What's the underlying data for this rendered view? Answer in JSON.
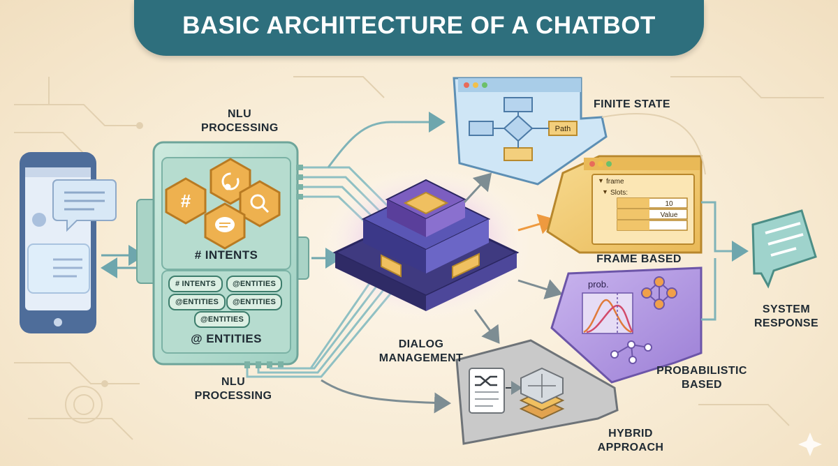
{
  "title": "BASIC ARCHITECTURE OF A CHATBOT",
  "nlu": {
    "top_label_line1": "NLU",
    "top_label_line2": "PROCESSING",
    "bottom_label_line1": "NLU",
    "bottom_label_line2": "PROCESSING",
    "intents_label": "# INTENTS",
    "entities_label": "@ ENTITIES",
    "hex_icons": [
      "hashtag-icon",
      "refresh-icon",
      "search-icon",
      "chat-bubble-icon"
    ],
    "hashtag_glyph": "#",
    "tags": [
      "# INTENTS",
      "@ENTITIES",
      "@ENTITIES",
      "@ENTITIES",
      "@ENTITIES"
    ]
  },
  "dialog": {
    "label_line1": "DIALOG",
    "label_line2": "MANAGEMENT"
  },
  "finite_state": {
    "label": "FINITE STATE",
    "path_label": "Path"
  },
  "frame_based": {
    "label": "FRAME BASED",
    "frame_title": "frame",
    "slots_label": "Slots:",
    "slot_values": [
      "10",
      "Value",
      ""
    ]
  },
  "probabilistic": {
    "label_line1": "PROBABILISTIC",
    "label_line2": "BASED",
    "prob_label": "prob."
  },
  "hybrid": {
    "label_line1": "HYBRID",
    "label_line2": "APPROACH"
  },
  "response": {
    "label_line1": "SYSTEM",
    "label_line2": "RESPONSE"
  },
  "colors": {
    "title_bg": "#2e6f7d",
    "background": "#f8ecd6",
    "nlu_panel": "#bfe3d7",
    "hex_gold": "#e9a94a",
    "dialog_purple": "#4b3f8f",
    "finite_blue": "#cfe6f6",
    "frame_gold": "#f3cf7d",
    "prob_purple": "#b9a3e3",
    "hybrid_gray": "#c9c9c9",
    "arrow_teal": "#7fb3b8",
    "arrow_orange": "#f0a04a"
  }
}
